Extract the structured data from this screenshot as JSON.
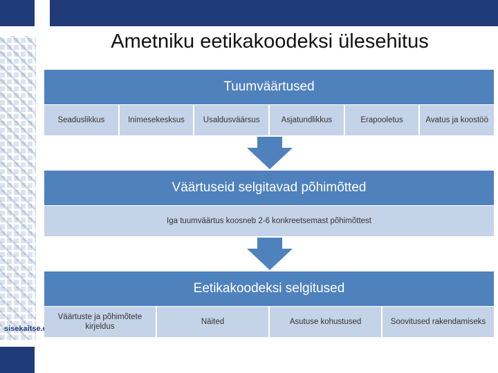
{
  "slide": {
    "title": "Ametniku eetikakoodeksi ülesehitus",
    "brand": "sisekaitse.ee"
  },
  "diagram": {
    "tier1": {
      "header": "Tuumväärtused",
      "cells": [
        "Seaduslikkus",
        "Inimesekesksus",
        "Usaldusväärsus",
        "Asjatundlikkus",
        "Erapooletus",
        "Avatus ja koostöö"
      ]
    },
    "tier2": {
      "header": "Väärtuseid selgitavad põhimõtted",
      "text": "Iga tuumväärtus koosneb 2-6 konkreetsemast põhimõttest"
    },
    "tier3": {
      "header": "Eetikakoodeksi selgitused",
      "cells": [
        "Väärtuste ja põhimõtete kirjeldus",
        "Näited",
        "Asutuse kohustused",
        "Soovitused rakendamiseks"
      ]
    }
  },
  "colors": {
    "header_blue": "#4f81bd",
    "cell_light": "#c5d3e8",
    "navy": "#1f3c78"
  }
}
